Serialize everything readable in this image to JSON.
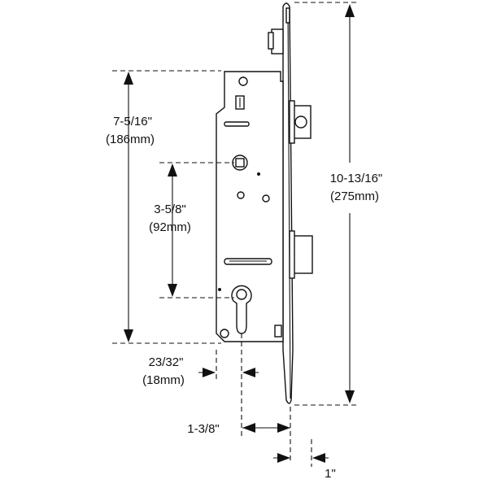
{
  "dimensions": {
    "overall_lock_height": {
      "imperial": "7-5/16\"",
      "metric": "(186mm)"
    },
    "spindle_to_cylinder": {
      "imperial": "3-5/8\"",
      "metric": "(92mm)"
    },
    "faceplate_length": {
      "imperial": "10-13/16\"",
      "metric": "(275mm)"
    },
    "cylinder_offset": {
      "imperial": "23/32\"",
      "metric": "(18mm)"
    },
    "backset": {
      "imperial": "1-3/8\""
    },
    "faceplate_width": {
      "imperial": "1\""
    }
  }
}
